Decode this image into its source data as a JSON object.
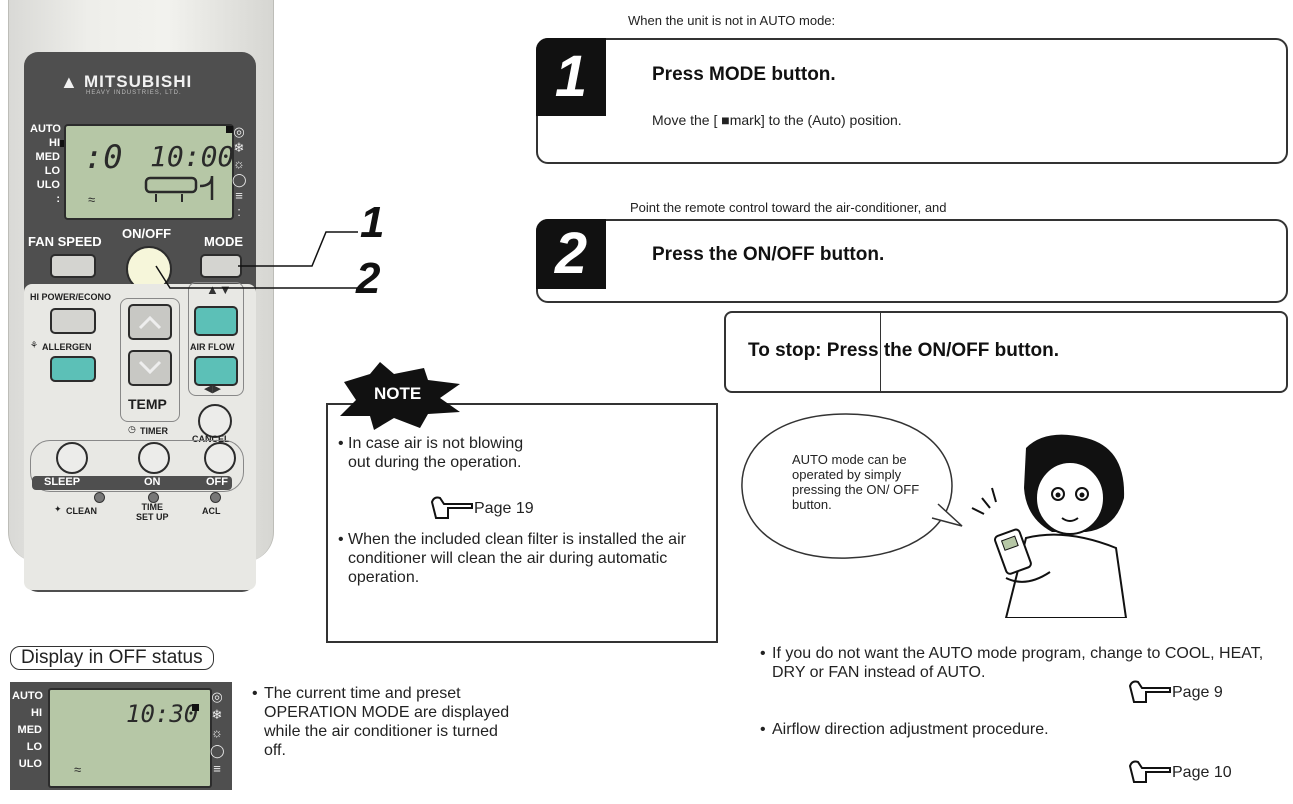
{
  "remote": {
    "brand": "MITSUBISHI",
    "brand_sub": "HEAVY INDUSTRIES, LTD.",
    "fan_levels": [
      "AUTO",
      "HI",
      "MED",
      "LO",
      "ULO"
    ],
    "lcd_time": "10:00",
    "lcd_temp": ":0",
    "labels": {
      "fan_speed": "FAN SPEED",
      "on_off": "ON/OFF",
      "mode": "MODE",
      "hi_power": "HI POWER/ECONO",
      "allergen": "ALLERGEN",
      "air_flow": "AIR FLOW",
      "temp": "TEMP",
      "timer": "TIMER",
      "cancel": "CANCEL",
      "sleep": "SLEEP",
      "on": "ON",
      "off": "OFF",
      "clean": "CLEAN",
      "time_set_up": "TIME\nSET UP",
      "acl": "ACL"
    },
    "callouts": [
      "1",
      "2"
    ]
  },
  "intro_text": "When the unit is not in AUTO mode:",
  "steps": [
    {
      "number": "1",
      "title": "Press MODE button.",
      "sub": "Move the [ ■mark] to the  (Auto) position."
    },
    {
      "pre_text": "Point the remote control toward the air-conditioner, and",
      "number": "2",
      "title": "Press the ON/OFF button."
    }
  ],
  "stop_text": "To stop: Press the ON/OFF button.",
  "note": {
    "title": "NOTE",
    "item1": "In case air is not blowing out during the operation.",
    "page1": "Page 19",
    "item2": "When the included clean filter is installed the air conditioner will clean the air during automatic operation."
  },
  "bubble_text": "AUTO mode can be operated by simply pressing the ON/ OFF button.",
  "right_notes": {
    "item1": "If you do not want the AUTO mode program, change to COOL, HEAT, DRY or FAN instead of AUTO.",
    "page1": "Page 9",
    "item2": "Airflow direction adjustment procedure.",
    "page2": "Page 10"
  },
  "off_status": {
    "label": "Display in OFF status",
    "time": "10:30",
    "fan_levels": [
      "AUTO",
      "HI",
      "MED",
      "LO",
      "ULO"
    ],
    "text": "The current time and preset OPERATION MODE are displayed while the air conditioner is turned off."
  }
}
